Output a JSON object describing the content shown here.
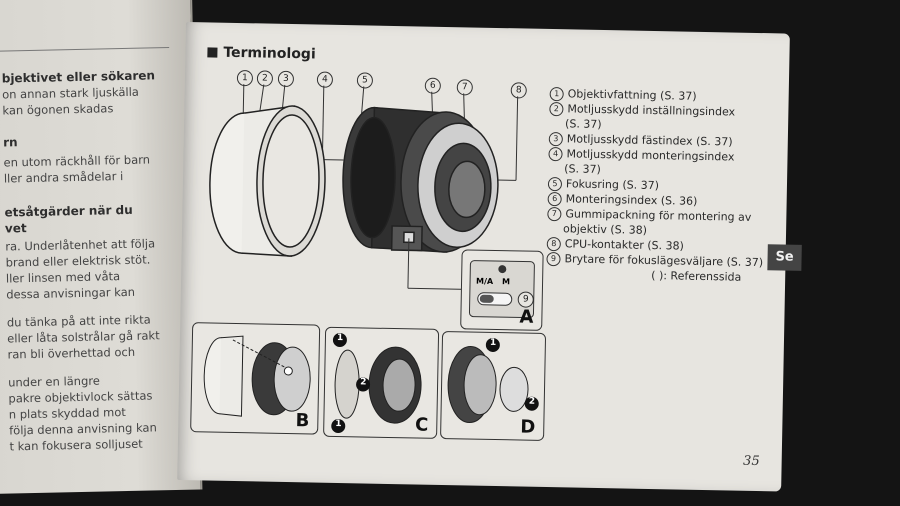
{
  "left_page": {
    "lines": [
      {
        "text": "bjektivet eller sökaren",
        "bold": true
      },
      {
        "text": "on annan stark ljuskälla",
        "bold": false
      },
      {
        "text": "kan ögonen skadas",
        "bold": false
      },
      {
        "text": "rn",
        "bold": true
      },
      {
        "text": "en utom räckhåll för barn",
        "bold": false
      },
      {
        "text": "ller andra smådelar i",
        "bold": false
      },
      {
        "text": "etsåtgärder när du",
        "bold": true
      },
      {
        "text": "vet",
        "bold": true
      },
      {
        "text": "ra. Underlåtenhet att följa",
        "bold": false
      },
      {
        "text": "brand eller elektrisk stöt.",
        "bold": false
      },
      {
        "text": "ller linsen med våta",
        "bold": false
      },
      {
        "text": "dessa anvisningar kan",
        "bold": false
      },
      {
        "text": "du tänka på att inte rikta",
        "bold": false
      },
      {
        "text": "eller låta solstrålar gå rakt",
        "bold": false
      },
      {
        "text": "ran bli överhettad och",
        "bold": false
      },
      {
        "text": "under en längre",
        "bold": false
      },
      {
        "text": "pakre objektivlock sättas",
        "bold": false
      },
      {
        "text": "n plats skyddad mot",
        "bold": false
      },
      {
        "text": "följa denna anvisning kan",
        "bold": false
      },
      {
        "text": "t kan fokusera solljuset",
        "bold": false
      }
    ]
  },
  "right_page": {
    "title": "Terminologi",
    "callouts": [
      "1",
      "2",
      "3",
      "4",
      "5",
      "6",
      "7",
      "8"
    ],
    "items": [
      {
        "num": "1",
        "lines": [
          "Objektivfattning (S. 37)"
        ]
      },
      {
        "num": "2",
        "lines": [
          "Motljusskydd inställningsindex",
          "(S. 37)"
        ]
      },
      {
        "num": "3",
        "lines": [
          "Motljusskydd fästindex (S. 37)"
        ]
      },
      {
        "num": "4",
        "lines": [
          "Motljusskydd monteringsindex",
          "(S. 37)"
        ]
      },
      {
        "num": "5",
        "lines": [
          "Fokusring (S. 37)"
        ]
      },
      {
        "num": "6",
        "lines": [
          "Monteringsindex (S. 36)"
        ]
      },
      {
        "num": "7",
        "lines": [
          "Gummipackning för montering av",
          "objektiv (S. 38)"
        ]
      },
      {
        "num": "8",
        "lines": [
          "CPU-kontakter (S. 38)"
        ]
      },
      {
        "num": "9",
        "lines": [
          "Brytare för fokuslägesväljare (S. 37)"
        ]
      }
    ],
    "reference_note": "(      ): Referenssida",
    "switch_labels": {
      "ma": "M/A",
      "m": "M",
      "nine": "9"
    },
    "panel_letters": {
      "a": "A",
      "b": "B",
      "c": "C",
      "d": "D"
    },
    "steps": {
      "c1": "1",
      "c2": "2",
      "c3": "1",
      "d1": "1",
      "d2": "2"
    },
    "side_tab": "Se",
    "page_number": "35"
  }
}
